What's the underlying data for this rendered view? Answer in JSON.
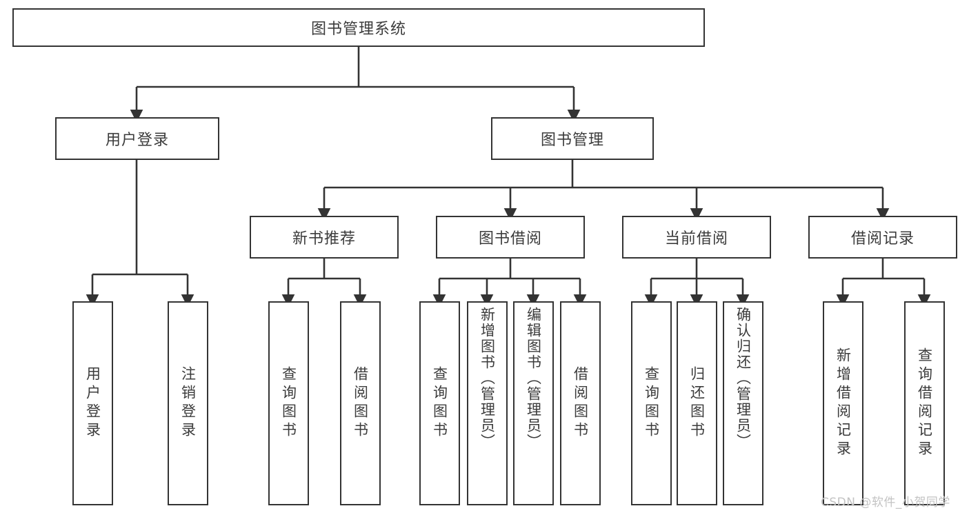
{
  "diagram": {
    "title": "图书管理系统",
    "type": "tree-hierarchy-chart",
    "root": {
      "label": "图书管理系统"
    },
    "level2": [
      {
        "label": "用户登录"
      },
      {
        "label": "图书管理"
      }
    ],
    "level3": [
      {
        "label": "新书推荐"
      },
      {
        "label": "图书借阅"
      },
      {
        "label": "当前借阅"
      },
      {
        "label": "借阅记录"
      }
    ],
    "leaves": {
      "user_login": [
        {
          "label": "用户登录"
        },
        {
          "label": "注销登录"
        }
      ],
      "new_book_recommend": [
        {
          "label": "查询图书"
        },
        {
          "label": "借阅图书"
        }
      ],
      "book_borrow": [
        {
          "label": "查询图书"
        },
        {
          "label": "新增图书（管理员）"
        },
        {
          "label": "编辑图书（管理员）"
        },
        {
          "label": "借阅图书"
        }
      ],
      "current_borrow": [
        {
          "label": "查询图书"
        },
        {
          "label": "归还图书"
        },
        {
          "label": "确认归还（管理员）"
        }
      ],
      "borrow_record": [
        {
          "label": "新增借阅记录"
        },
        {
          "label": "查询借阅记录"
        }
      ]
    }
  },
  "watermark": {
    "text": "CSDN @软件_小贺同学"
  },
  "colors": {
    "stroke": "#333333",
    "text": "#3b3b3b",
    "background": "#ffffff",
    "watermark": "#c3c3c3"
  }
}
